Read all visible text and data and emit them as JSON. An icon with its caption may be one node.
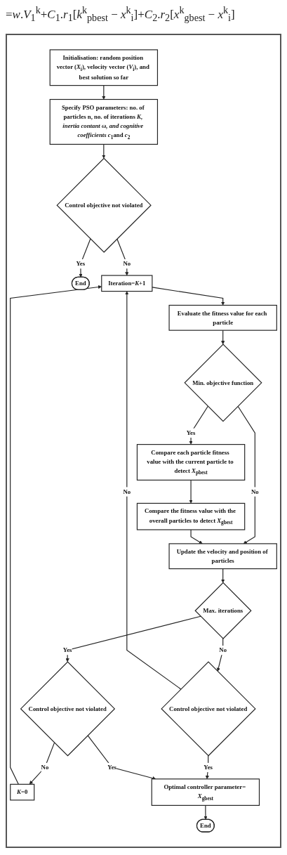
{
  "diagram": {
    "nodes": [
      {
        "text": [
          "Initialisation: random position vector (*X*$_{i}$), velocity vector (*V*$_{i}$), and best solution so far"
        ]
      },
      {
        "text": [
          "Specify PSO parameters: no. of particles n, no. of iterations *K*, *inertia contant ω, and cognitive coefficients c*$_{1}$and *c*$_{2}$"
        ]
      },
      {
        "text": [
          "Control objective not violated"
        ]
      },
      {
        "text": [
          "End"
        ]
      },
      {
        "text": [
          "Iteration=*K*+1"
        ]
      },
      {
        "text": [
          "Evaluate the fitness value for each particle"
        ]
      },
      {
        "text": [
          "Min. objective function"
        ]
      },
      {
        "text": [
          "Compare each particle fitness value with the current particle to detect *X*$_{pbest}$"
        ]
      },
      {
        "text": [
          "Compare the fitness value with the overall particles to detect *X*$_{gbest}$"
        ]
      },
      {
        "text": [
          "Update the velocity and position of particles"
        ]
      },
      {
        "text": [
          "Control objective not violated"
        ]
      },
      {
        "text": [
          "Max. iterations"
        ]
      },
      {
        "text": [
          "Control objective not violated"
        ]
      },
      {
        "text": [
          "*K*=0"
        ]
      },
      {
        "text": [
          "Optimal controller parameter= *X*$_{gbest}$"
        ]
      },
      {
        "text": [
          "End"
        ]
      }
    ],
    "edges": [
      {
        "from": 0,
        "to": 1,
        "arrow": "to"
      },
      {
        "from": 1,
        "to": 2,
        "arrow": "to"
      },
      {
        "from": 2,
        "to": 3,
        "arrow": "to",
        "label": "Yes"
      },
      {
        "from": 2,
        "to": 4,
        "arrow": "to",
        "label": "No"
      },
      {
        "from": 4,
        "to": 5,
        "arrow": "to"
      },
      {
        "from": 5,
        "to": 6,
        "arrow": "to"
      },
      {
        "from": 6,
        "to": 7,
        "arrow": "to",
        "label": "Yes"
      },
      {
        "from": 6,
        "to": 9,
        "arrow": "to",
        "label": "No"
      },
      {
        "from": 7,
        "to": 8,
        "arrow": "to"
      },
      {
        "from": 8,
        "to": 9,
        "arrow": "to"
      },
      {
        "from": 9,
        "to": 11,
        "arrow": "to"
      },
      {
        "from": 11,
        "to": 10,
        "arrow": "to",
        "label": "No"
      },
      {
        "from": 10,
        "to": 4,
        "arrow": "to",
        "label": "No"
      },
      {
        "from": 10,
        "to": 14,
        "arrow": "to",
        "label": "Yes"
      },
      {
        "from": 11,
        "to": 12,
        "arrow": "to",
        "label": "Yes"
      },
      {
        "from": 12,
        "to": 13,
        "arrow": "to",
        "label": "No"
      },
      {
        "from": 13,
        "to": 4,
        "arrow": "to"
      },
      {
        "from": 12,
        "to": 14,
        "arrow": "to",
        "label": "Yes"
      },
      {
        "from": 14,
        "to": 15,
        "arrow": "to"
      }
    ],
    "labels": [
      "=*w*.*V*$_{1}$$^{k}$+*C*$_{1}$.*r*$_{1}$[*k*$^{k}$$_{pbest}$ − *x*$^{k}$$_{i}$]+*C*$_{2}$.*r*$_{2}$[*x*$^{k}$$_{gbest}$ − *x*$^{k}$$_{i}$]"
    ]
  }
}
